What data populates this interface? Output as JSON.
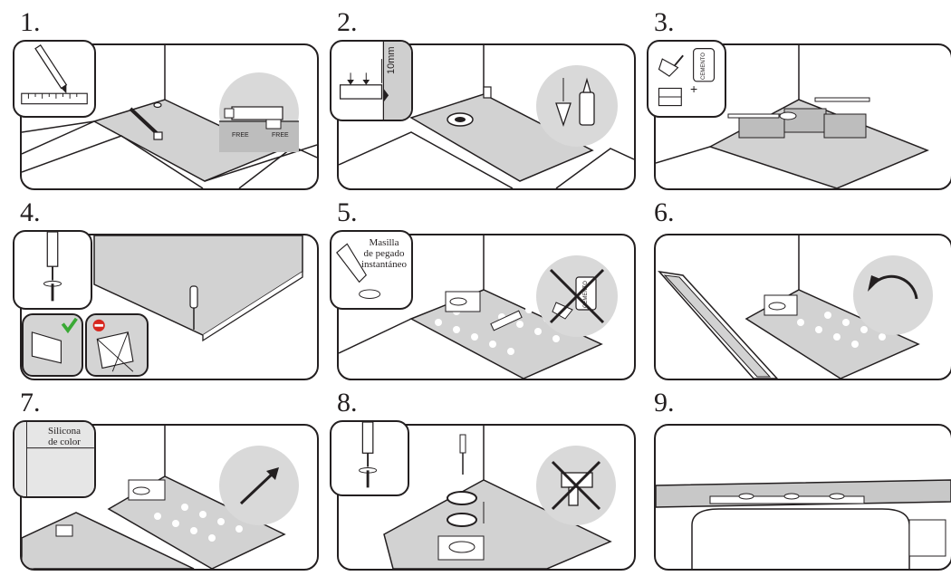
{
  "steps": [
    {
      "number": "1.",
      "labels": {
        "free_left": "FREE",
        "free_right": "FREE"
      }
    },
    {
      "number": "2.",
      "labels": {
        "gap": "10mm"
      }
    },
    {
      "number": "3.",
      "labels": {
        "cement": "CEMENTO",
        "plus": "+"
      }
    },
    {
      "number": "4."
    },
    {
      "number": "5.",
      "labels": {
        "adhesive_line1": "Masilla",
        "adhesive_line2": "de pegado",
        "adhesive_line3": "instantáneo",
        "cement": "CEMENTO"
      }
    },
    {
      "number": "6."
    },
    {
      "number": "7.",
      "labels": {
        "silicone_line1": "Silicona",
        "silicone_line2": "de color"
      }
    },
    {
      "number": "8."
    },
    {
      "number": "9."
    }
  ],
  "colors": {
    "line": "#231f20",
    "floor": "#d2d2d2",
    "circle": "#d9d9d9",
    "ok": "#3aa935",
    "no": "#d7261e"
  },
  "icons": [
    "pencil-icon",
    "ruler-icon",
    "drain-icon",
    "plumb-bob-icon",
    "glue-bottle-icon",
    "trowel-icon",
    "brick-icon",
    "cement-bag-icon",
    "level-icon",
    "screwdriver-icon",
    "checkmark-icon",
    "prohibited-icon",
    "caulk-gun-icon",
    "rotate-arrow-icon",
    "diagonal-arrow-icon",
    "no-heat-gun-icon"
  ]
}
